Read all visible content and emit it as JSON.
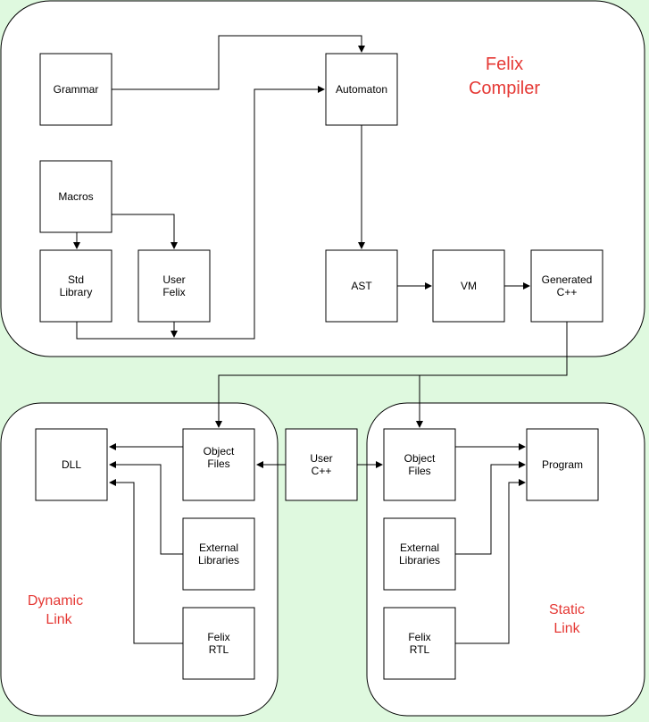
{
  "groups": {
    "compiler": {
      "line1": "Felix",
      "line2": "Compiler"
    },
    "dynamic": {
      "line1": "Dynamic",
      "line2": "Link"
    },
    "static": {
      "line1": "Static",
      "line2": "Link"
    }
  },
  "nodes": {
    "grammar": [
      "Grammar"
    ],
    "macros": [
      "Macros"
    ],
    "std_library": [
      "Std",
      "Library"
    ],
    "user_felix": [
      "User",
      "Felix"
    ],
    "automaton": [
      "Automaton"
    ],
    "ast": [
      "AST"
    ],
    "vm": [
      "VM"
    ],
    "generated_cpp": [
      "Generated",
      "C++"
    ],
    "dll": [
      "DLL"
    ],
    "dyn_object_files": [
      "Object",
      "Files"
    ],
    "dyn_external_libraries": [
      "External",
      "Libraries"
    ],
    "dyn_felix_rtl": [
      "Felix",
      "RTL"
    ],
    "user_cpp": [
      "User",
      "C++"
    ],
    "st_object_files": [
      "Object",
      "Files"
    ],
    "st_external_libraries": [
      "External",
      "Libraries"
    ],
    "st_felix_rtl": [
      "Felix",
      "RTL"
    ],
    "program": [
      "Program"
    ]
  },
  "colors": {
    "background": "#dff9df",
    "group_label": "#e53935",
    "stroke": "#000000",
    "fill": "#ffffff"
  }
}
